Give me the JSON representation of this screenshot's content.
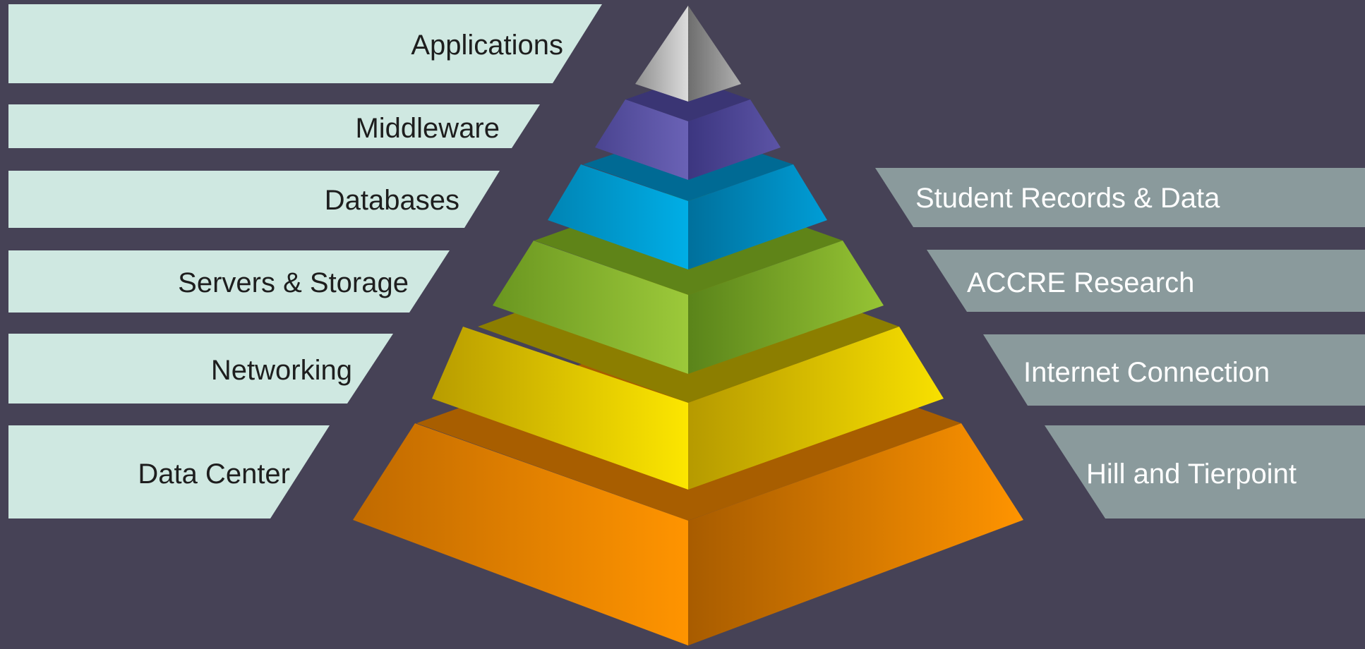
{
  "colors": {
    "background": "#464256",
    "left_banner": "#cfe8e1",
    "right_banner": "#8a9a9c",
    "left_text": "#1e1e1e",
    "right_text": "#ffffff"
  },
  "pyramid": {
    "layers": [
      {
        "name": "tip",
        "color": "#b8b8b8"
      },
      {
        "name": "purple",
        "color": "#5a52a0"
      },
      {
        "name": "blue",
        "color": "#009fd6"
      },
      {
        "name": "green",
        "color": "#86b528"
      },
      {
        "name": "yellow",
        "color": "#e8cc00"
      },
      {
        "name": "orange",
        "color": "#ee8a00"
      }
    ]
  },
  "left_labels": [
    "Applications",
    "Middleware",
    "Databases",
    "Servers & Storage",
    "Networking",
    "Data Center"
  ],
  "right_labels": [
    "Student Records & Data",
    "ACCRE Research",
    "Internet Connection",
    "Hill and Tierpoint"
  ]
}
